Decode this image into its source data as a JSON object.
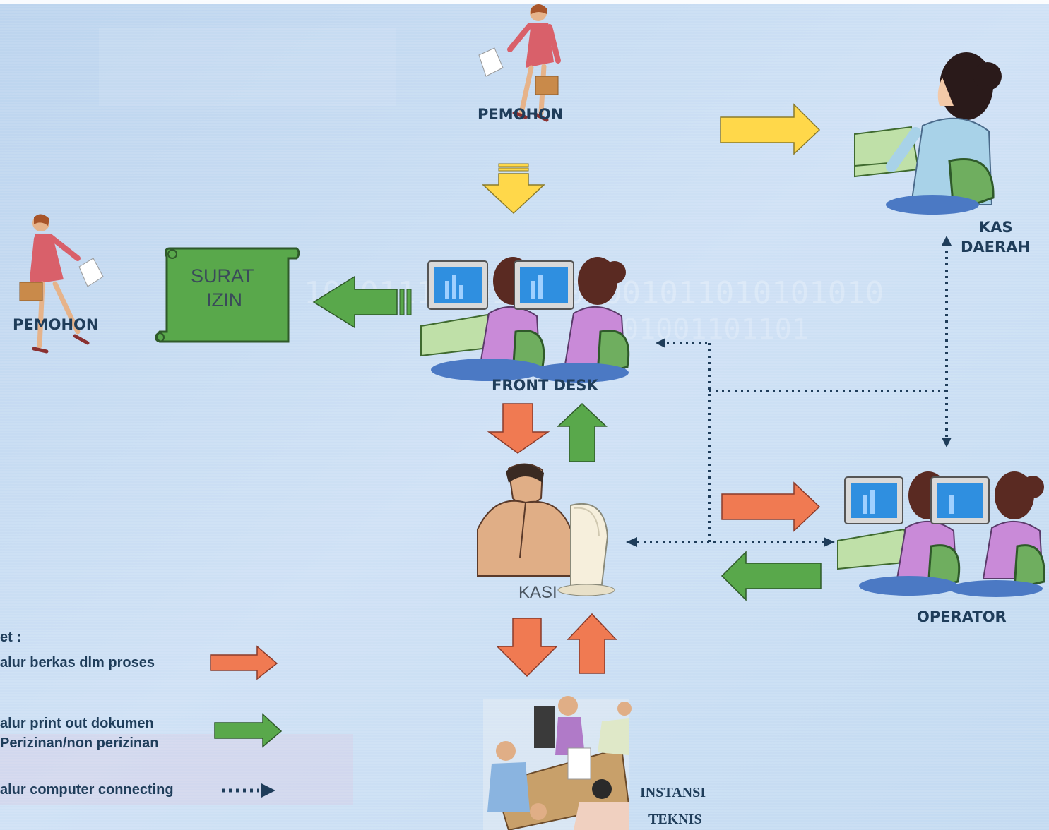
{
  "colors": {
    "background": "#c7ddf3",
    "process_arrow": "#f07a52",
    "print_arrow": "#59a84b",
    "yellow_arrow": "#ffd84a",
    "dotted_line": "#1f3d5a"
  },
  "nodes": {
    "pemohon_top": "PEMOHON",
    "pemohon_left": "PEMOHON",
    "front_desk": "FRONT DESK",
    "kasi": "KASI",
    "kas_daerah_line1": "KAS",
    "kas_daerah_line2": "DAERAH",
    "operator": "OPERATOR",
    "instansi_line1": "INSTANSI",
    "instansi_line2": "TEKNIS"
  },
  "surat_izin": {
    "line1": "SURAT",
    "line2": "IZIN"
  },
  "legend": {
    "title": "et :",
    "process": "alur  berkas dlm proses",
    "print_line1": "alur  print out dokumen",
    "print_line2": "Perizinan/non perizinan",
    "computer": "alur  computer connecting"
  }
}
